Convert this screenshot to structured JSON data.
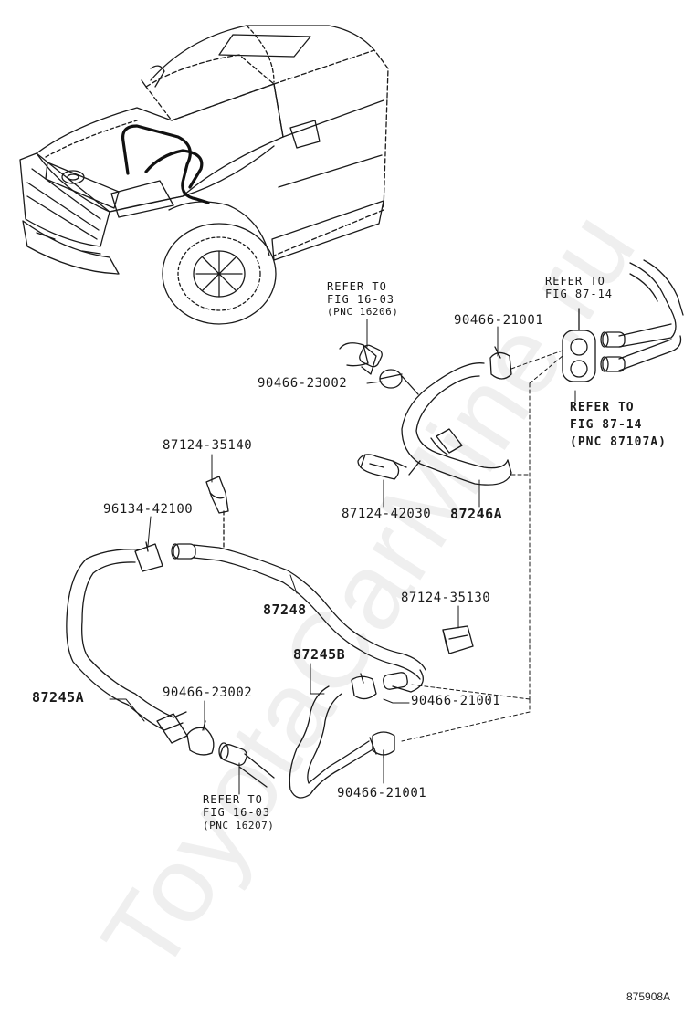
{
  "watermark": "ToyotaCarMine.ru",
  "figure_code": "875908A",
  "labels": {
    "ref_top_1": "REFER TO",
    "ref_top_2": "FIG 16-03",
    "ref_top_3": "(PNC 16206)",
    "ref_right_1": "REFER TO",
    "ref_right_2": "FIG 87-14",
    "ref_right_b1": "REFER TO",
    "ref_right_b2": "FIG 87-14",
    "ref_right_b3": "(PNC 87107A)",
    "ref_bottom_1": "REFER TO",
    "ref_bottom_2": "FIG 16-03",
    "ref_bottom_3": "(PNC 16207)",
    "p_90466_21001_top": "90466-21001",
    "p_90466_23002_top": "90466-23002",
    "p_87124_35140": "87124-35140",
    "p_96134_42100": "96134-42100",
    "p_87124_42030": "87124-42030",
    "p_87246A": "87246A",
    "p_87248": "87248",
    "p_87124_35130": "87124-35130",
    "p_87245B": "87245B",
    "p_87245A": "87245A",
    "p_90466_23002_bot": "90466-23002",
    "p_90466_21001_mid": "90466-21001",
    "p_90466_21001_bot": "90466-21001"
  }
}
